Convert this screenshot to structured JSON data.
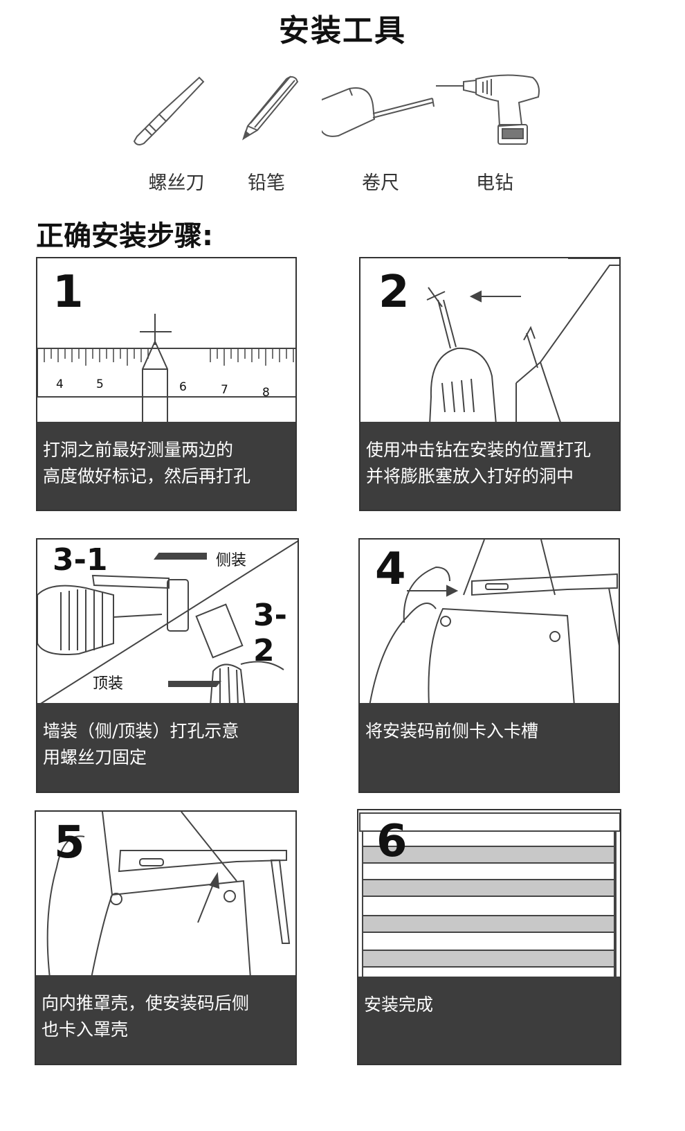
{
  "header": {
    "title": "安装工具"
  },
  "tools": [
    {
      "label": "螺丝刀",
      "icon": "screwdriver-icon"
    },
    {
      "label": "铅笔",
      "icon": "pencil-icon"
    },
    {
      "label": "卷尺",
      "icon": "tape-measure-icon"
    },
    {
      "label": "电钻",
      "icon": "drill-icon"
    }
  ],
  "steps_heading": "正确安装步骤:",
  "steps": [
    {
      "number": "1",
      "lines": [
        "打洞之前最好测量两边的",
        "高度做好标记，然后再打孔"
      ],
      "ruler_ticks": [
        "4",
        "5",
        "6",
        "7",
        "8"
      ]
    },
    {
      "number": "2",
      "lines": [
        "使用冲击钻在安装的位置打孔",
        "并将膨胀塞放入打好的洞中"
      ]
    },
    {
      "number": "3-1",
      "number_alt": "3-2",
      "side_label": "侧装",
      "top_label": "顶装",
      "lines": [
        "墙装（侧/顶装）打孔示意",
        "用螺丝刀固定"
      ]
    },
    {
      "number": "4",
      "lines": [
        "将安装码前侧卡入卡槽"
      ]
    },
    {
      "number": "5",
      "lines": [
        "向内推罩壳，使安装码后侧",
        "也卡入罩壳"
      ]
    },
    {
      "number": "6",
      "lines": [
        "安装完成"
      ]
    }
  ],
  "colors": {
    "caption_bg": "#3d3d3d",
    "shade_band": "#c8c8c8"
  }
}
